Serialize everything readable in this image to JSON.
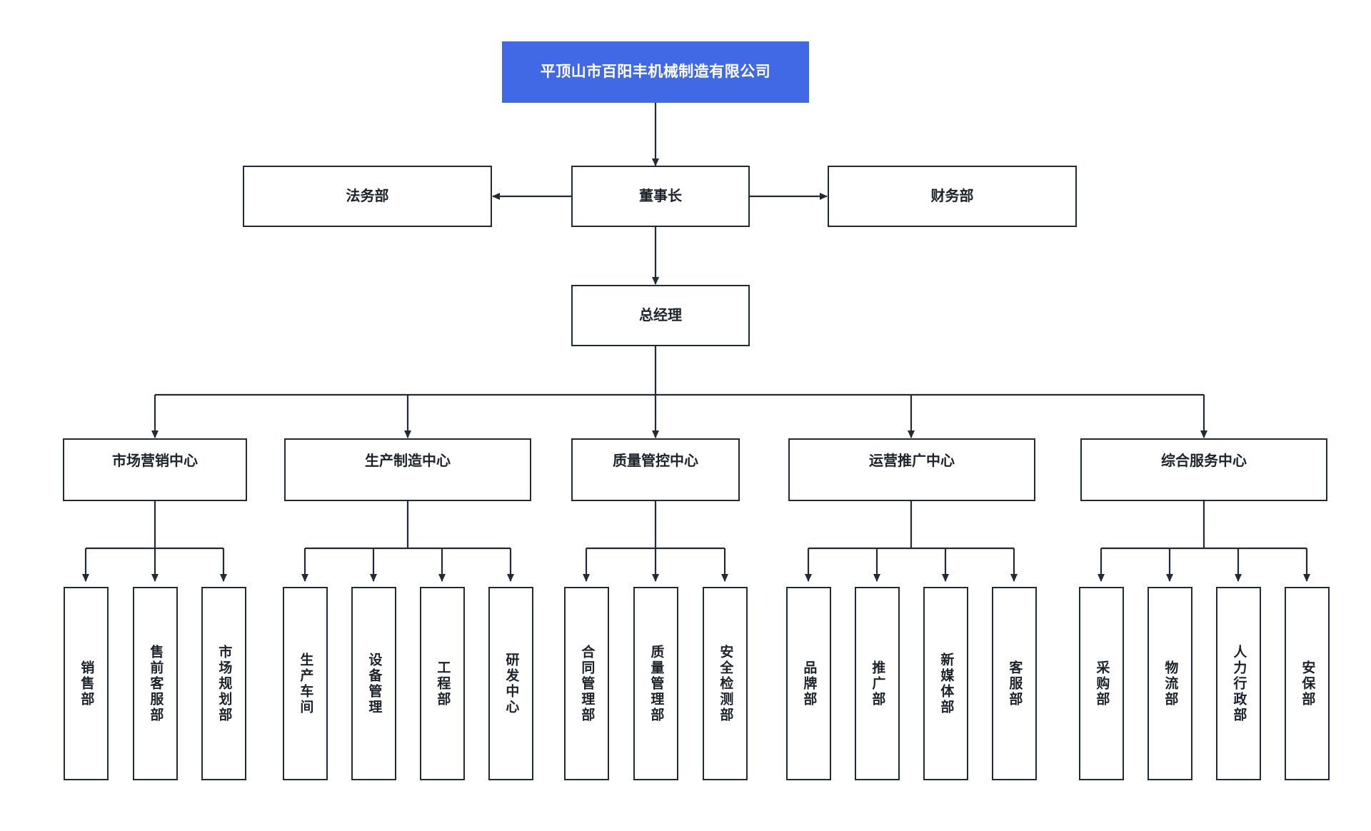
{
  "chart": {
    "type": "org-chart",
    "title": "平顶山市百阳丰机械制造有限公司",
    "accent_color": "#4169e6",
    "line_color": "#222a35",
    "background": "#ffffff"
  },
  "root": {
    "label": "平顶山市百阳丰机械制造有限公司"
  },
  "level2": {
    "left": "法务部",
    "center": "董事长",
    "right": "财务部"
  },
  "level3": {
    "label": "总经理"
  },
  "centers": [
    {
      "label": "市场营销中心",
      "children": [
        "销售部",
        "售前客服部",
        "市场规划部"
      ]
    },
    {
      "label": "生产制造中心",
      "children": [
        "生产车间",
        "设备管理",
        "工程部",
        "研发中心"
      ]
    },
    {
      "label": "质量管控中心",
      "children": [
        "合同管理部",
        "质量管理部",
        "安全检测部"
      ]
    },
    {
      "label": "运营推广中心",
      "children": [
        "品牌部",
        "推广部",
        "新媒体部",
        "客服部"
      ]
    },
    {
      "label": "综合服务中心",
      "children": [
        "采购部",
        "物流部",
        "人力行政部",
        "安保部"
      ]
    }
  ]
}
